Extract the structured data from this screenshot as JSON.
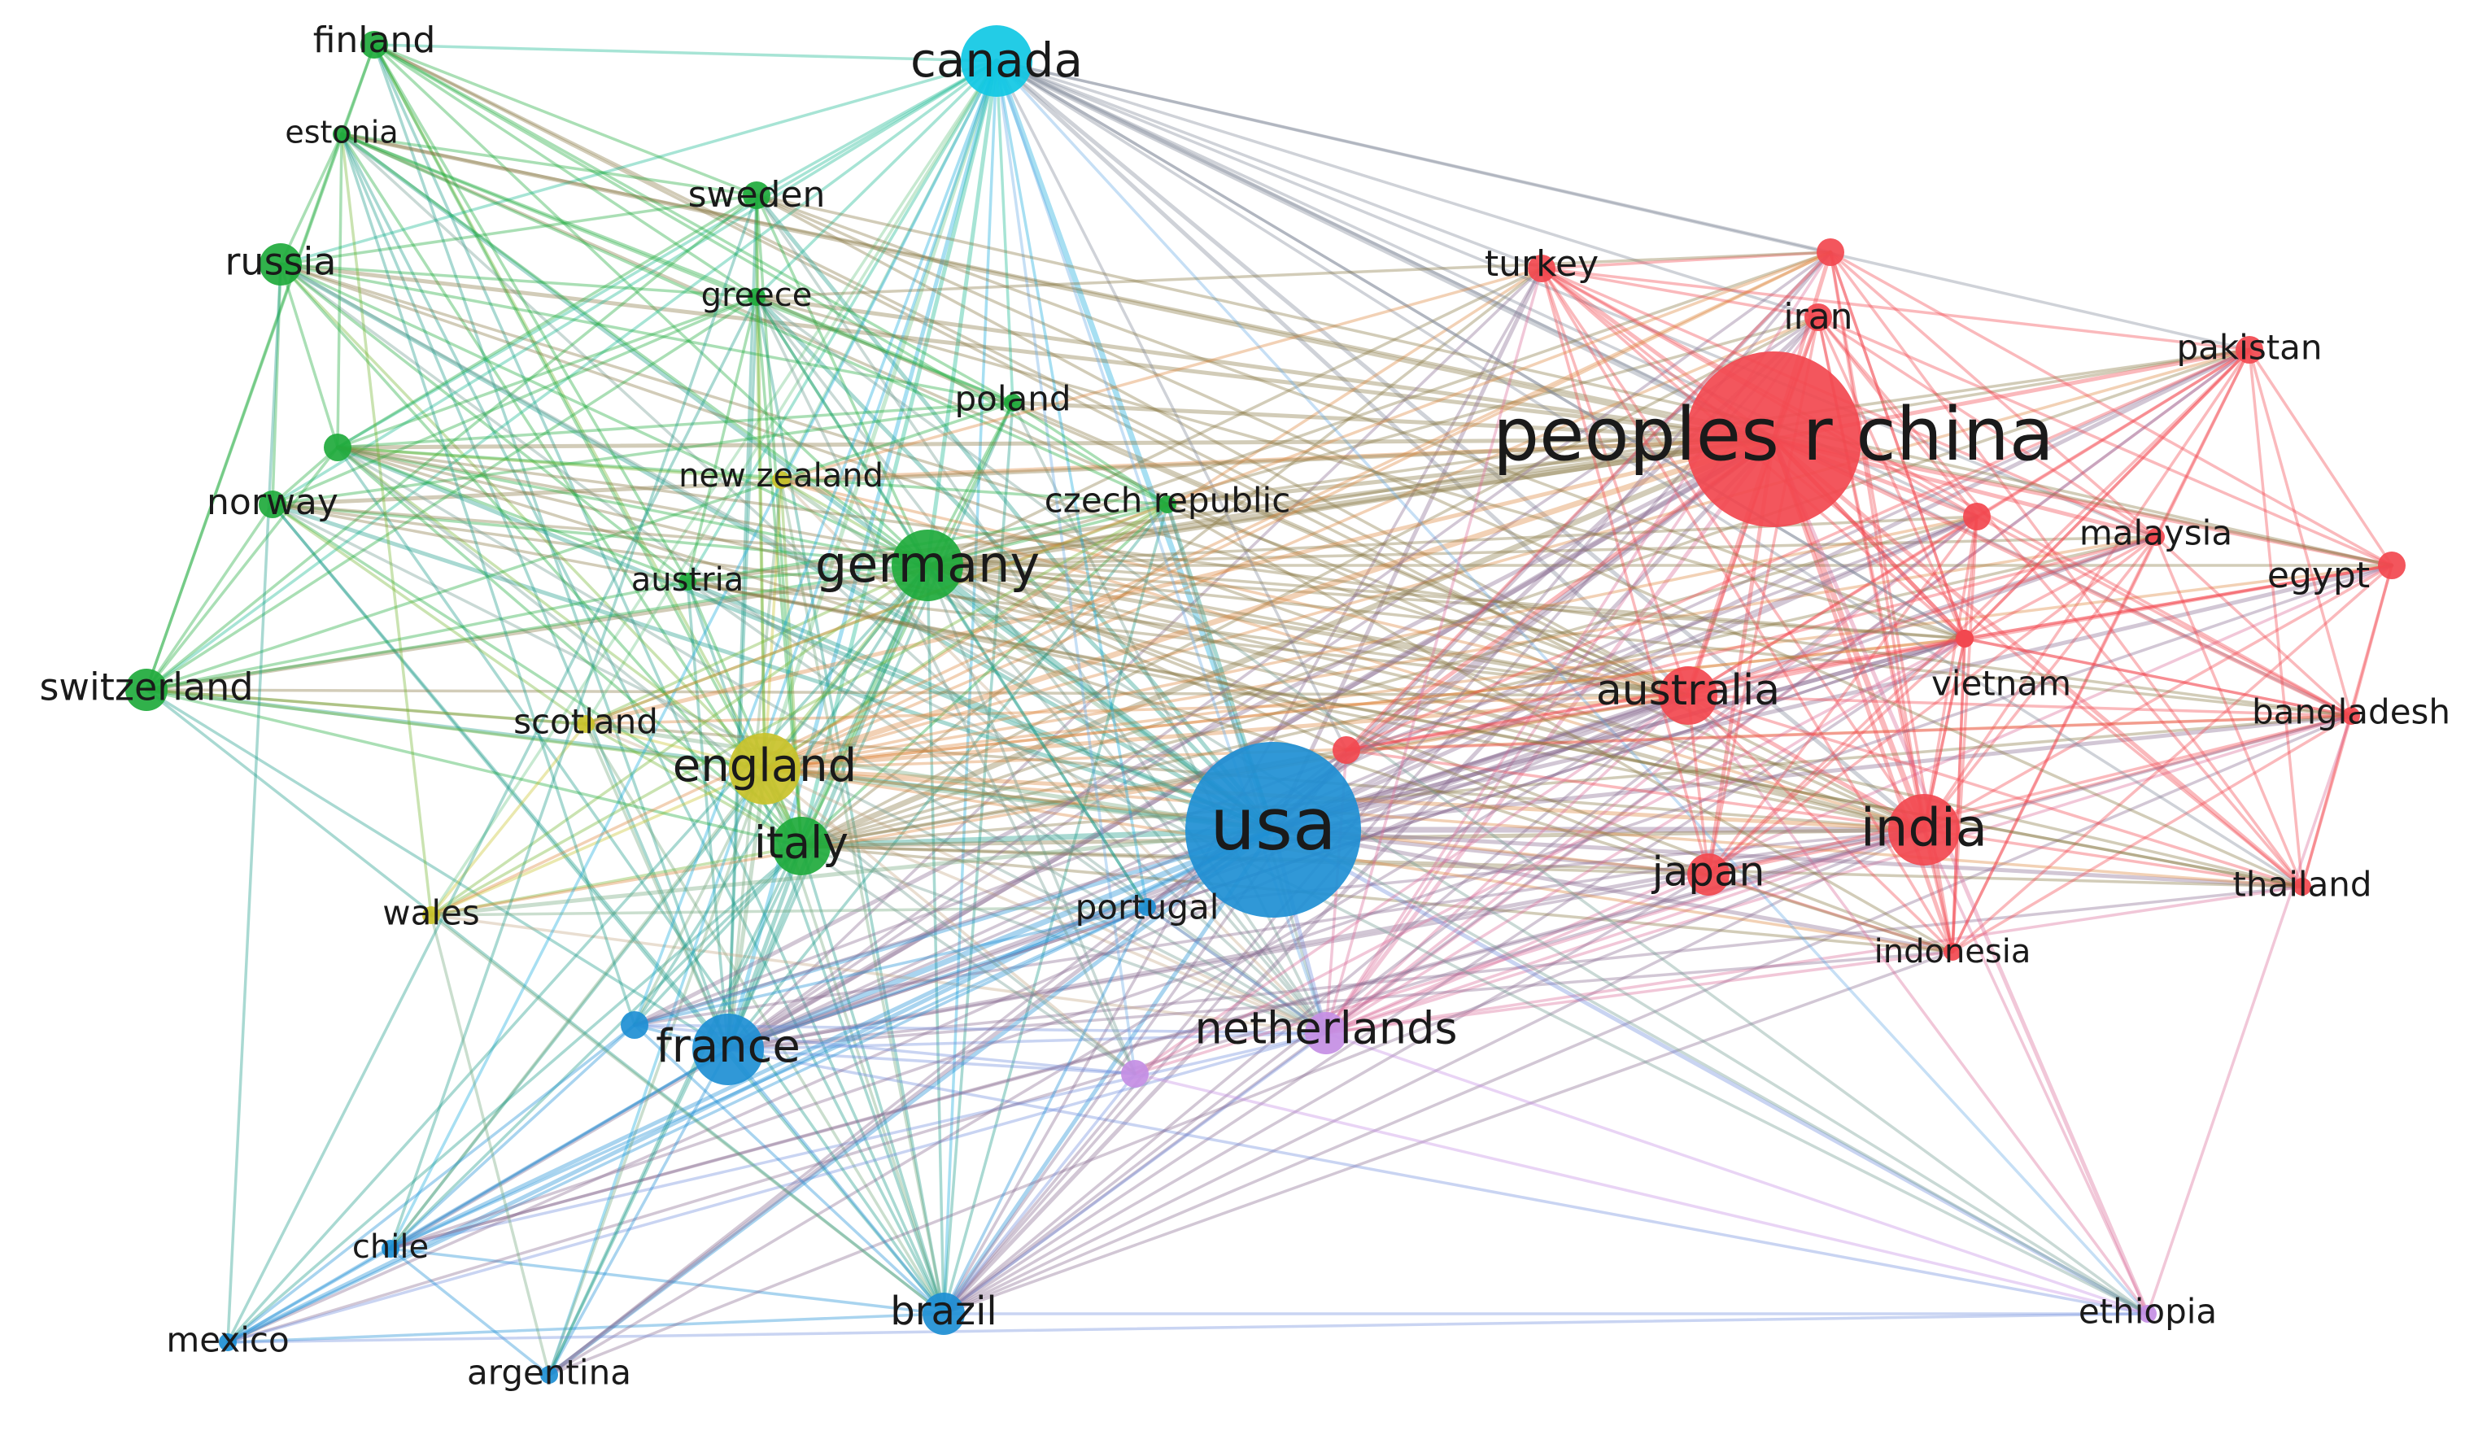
{
  "network": {
    "clusters": {
      "red": "#f2484f",
      "green": "#1faa3c",
      "blue": "#1e8fd4",
      "cyan": "#10c8e4",
      "yellow": "#c9c22a",
      "purple": "#c48ee4"
    },
    "nodes": [
      {
        "id": "finland",
        "label": "finland",
        "cluster": "green",
        "weight": 1
      },
      {
        "id": "estonia",
        "label": "estonia",
        "cluster": "green",
        "weight": 0
      },
      {
        "id": "canada",
        "label": "canada",
        "cluster": "cyan",
        "weight": 4
      },
      {
        "id": "sweden",
        "label": "sweden",
        "cluster": "green",
        "weight": 1
      },
      {
        "id": "russia",
        "label": "russia",
        "cluster": "green",
        "weight": 2
      },
      {
        "id": "greece",
        "label": "greece",
        "cluster": "green",
        "weight": 0
      },
      {
        "id": "turkey",
        "label": "turkey",
        "cluster": "red",
        "weight": 1
      },
      {
        "id": "iran",
        "label": "iran",
        "cluster": "red",
        "weight": 1
      },
      {
        "id": "pakistan",
        "label": "pakistan",
        "cluster": "red",
        "weight": 1
      },
      {
        "id": "poland",
        "label": "poland",
        "cluster": "green",
        "weight": 0
      },
      {
        "id": "peoples_r_china",
        "label": "peoples r china",
        "cluster": "red",
        "weight": 10
      },
      {
        "id": "new_zealand",
        "label": "new zealand",
        "cluster": "yellow",
        "weight": 0
      },
      {
        "id": "czech_republic",
        "label": "czech republic",
        "cluster": "green",
        "weight": 0
      },
      {
        "id": "norway",
        "label": "norway",
        "cluster": "green",
        "weight": 1
      },
      {
        "id": "malaysia",
        "label": "malaysia",
        "cluster": "red",
        "weight": 0
      },
      {
        "id": "germany",
        "label": "germany",
        "cluster": "green",
        "weight": 4
      },
      {
        "id": "austria",
        "label": "austria",
        "cluster": "green",
        "weight": 0
      },
      {
        "id": "egypt",
        "label": "egypt",
        "cluster": "red",
        "weight": 1
      },
      {
        "id": "switzerland",
        "label": "switzerland",
        "cluster": "green",
        "weight": 2
      },
      {
        "id": "australia",
        "label": "australia",
        "cluster": "red",
        "weight": 3
      },
      {
        "id": "vietnam",
        "label": "vietnam",
        "cluster": "red",
        "weight": 0
      },
      {
        "id": "scotland",
        "label": "scotland",
        "cluster": "yellow",
        "weight": 0
      },
      {
        "id": "bangladesh",
        "label": "bangladesh",
        "cluster": "red",
        "weight": 0
      },
      {
        "id": "england",
        "label": "england",
        "cluster": "yellow",
        "weight": 4
      },
      {
        "id": "usa",
        "label": "usa",
        "cluster": "blue",
        "weight": 10
      },
      {
        "id": "india",
        "label": "india",
        "cluster": "red",
        "weight": 4
      },
      {
        "id": "italy",
        "label": "italy",
        "cluster": "green",
        "weight": 3
      },
      {
        "id": "japan",
        "label": "japan",
        "cluster": "red",
        "weight": 2
      },
      {
        "id": "thailand",
        "label": "thailand",
        "cluster": "red",
        "weight": 0
      },
      {
        "id": "wales",
        "label": "wales",
        "cluster": "yellow",
        "weight": 0
      },
      {
        "id": "portugal",
        "label": "portugal",
        "cluster": "blue",
        "weight": 0
      },
      {
        "id": "indonesia",
        "label": "indonesia",
        "cluster": "red",
        "weight": 0
      },
      {
        "id": "netherlands",
        "label": "netherlands",
        "cluster": "purple",
        "weight": 2
      },
      {
        "id": "france",
        "label": "france",
        "cluster": "blue",
        "weight": 4
      },
      {
        "id": "chile",
        "label": "chile",
        "cluster": "blue",
        "weight": 0
      },
      {
        "id": "brazil",
        "label": "brazil",
        "cluster": "blue",
        "weight": 2
      },
      {
        "id": "ethiopia",
        "label": "ethiopia",
        "cluster": "purple",
        "weight": 0
      },
      {
        "id": "mexico",
        "label": "mexico",
        "cluster": "blue",
        "weight": 0
      },
      {
        "id": "argentina",
        "label": "argentina",
        "cluster": "blue",
        "weight": 0
      },
      {
        "id": "green_unlabeled_1",
        "label": "",
        "cluster": "green",
        "weight": 1
      },
      {
        "id": "red_unlabeled_1",
        "label": "",
        "cluster": "red",
        "weight": 1
      },
      {
        "id": "red_unlabeled_2",
        "label": "",
        "cluster": "red",
        "weight": 1
      },
      {
        "id": "red_unlabeled_3",
        "label": "",
        "cluster": "red",
        "weight": 0
      },
      {
        "id": "red_unlabeled_4",
        "label": "",
        "cluster": "red",
        "weight": 1
      },
      {
        "id": "blue_unlabeled_1",
        "label": "",
        "cluster": "blue",
        "weight": 1
      },
      {
        "id": "purple_unlabeled_1",
        "label": "",
        "cluster": "purple",
        "weight": 1
      }
    ]
  }
}
